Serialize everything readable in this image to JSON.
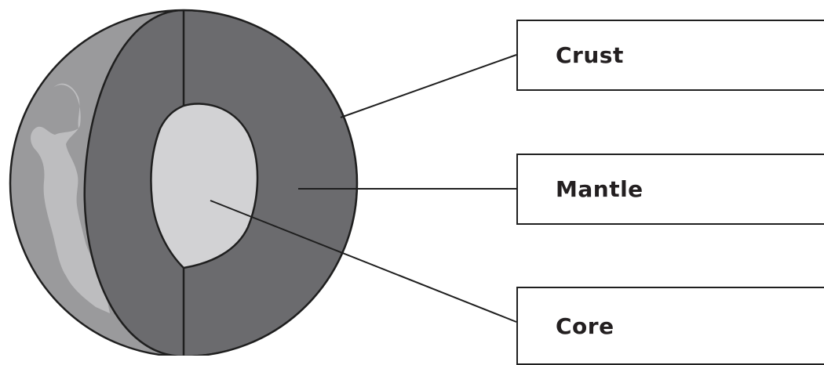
{
  "labels": {
    "crust": "Crust",
    "mantle": "Mantle",
    "core": "Core"
  },
  "colors": {
    "outer_surface": "#9a9a9c",
    "continent": "#bdbdbf",
    "mantle": "#6b6b6e",
    "core": "#d2d2d4",
    "outline": "#1f1f1f",
    "text": "#231f20"
  }
}
